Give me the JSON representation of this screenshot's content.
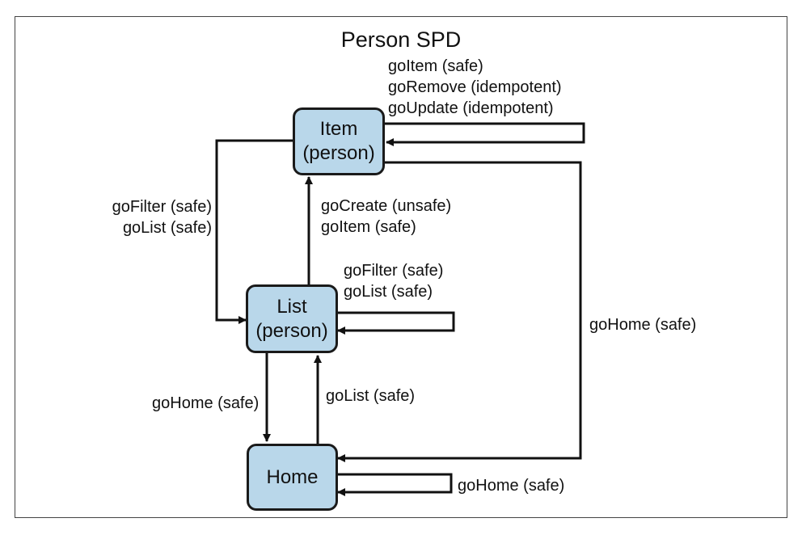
{
  "title": "Person SPD",
  "colors": {
    "node_fill": "#b9d7ea",
    "stroke": "#111111"
  },
  "nodes": {
    "item": {
      "line1": "Item",
      "line2": "(person)"
    },
    "list": {
      "line1": "List",
      "line2": "(person)"
    },
    "home": {
      "line1": "Home"
    }
  },
  "edges": {
    "item_self": [
      "goItem (safe)",
      "goRemove (idempotent)",
      "goUpdate (idempotent)"
    ],
    "item_to_list": [
      "goFilter (safe)",
      "goList (safe)"
    ],
    "list_to_item": [
      "goCreate (unsafe)",
      "goItem (safe)"
    ],
    "list_self": [
      "goFilter (safe)",
      "goList (safe)"
    ],
    "item_to_home": "goHome (safe)",
    "list_to_home": "goHome (safe)",
    "home_to_list": "goList (safe)",
    "home_self": "goHome (safe)"
  }
}
